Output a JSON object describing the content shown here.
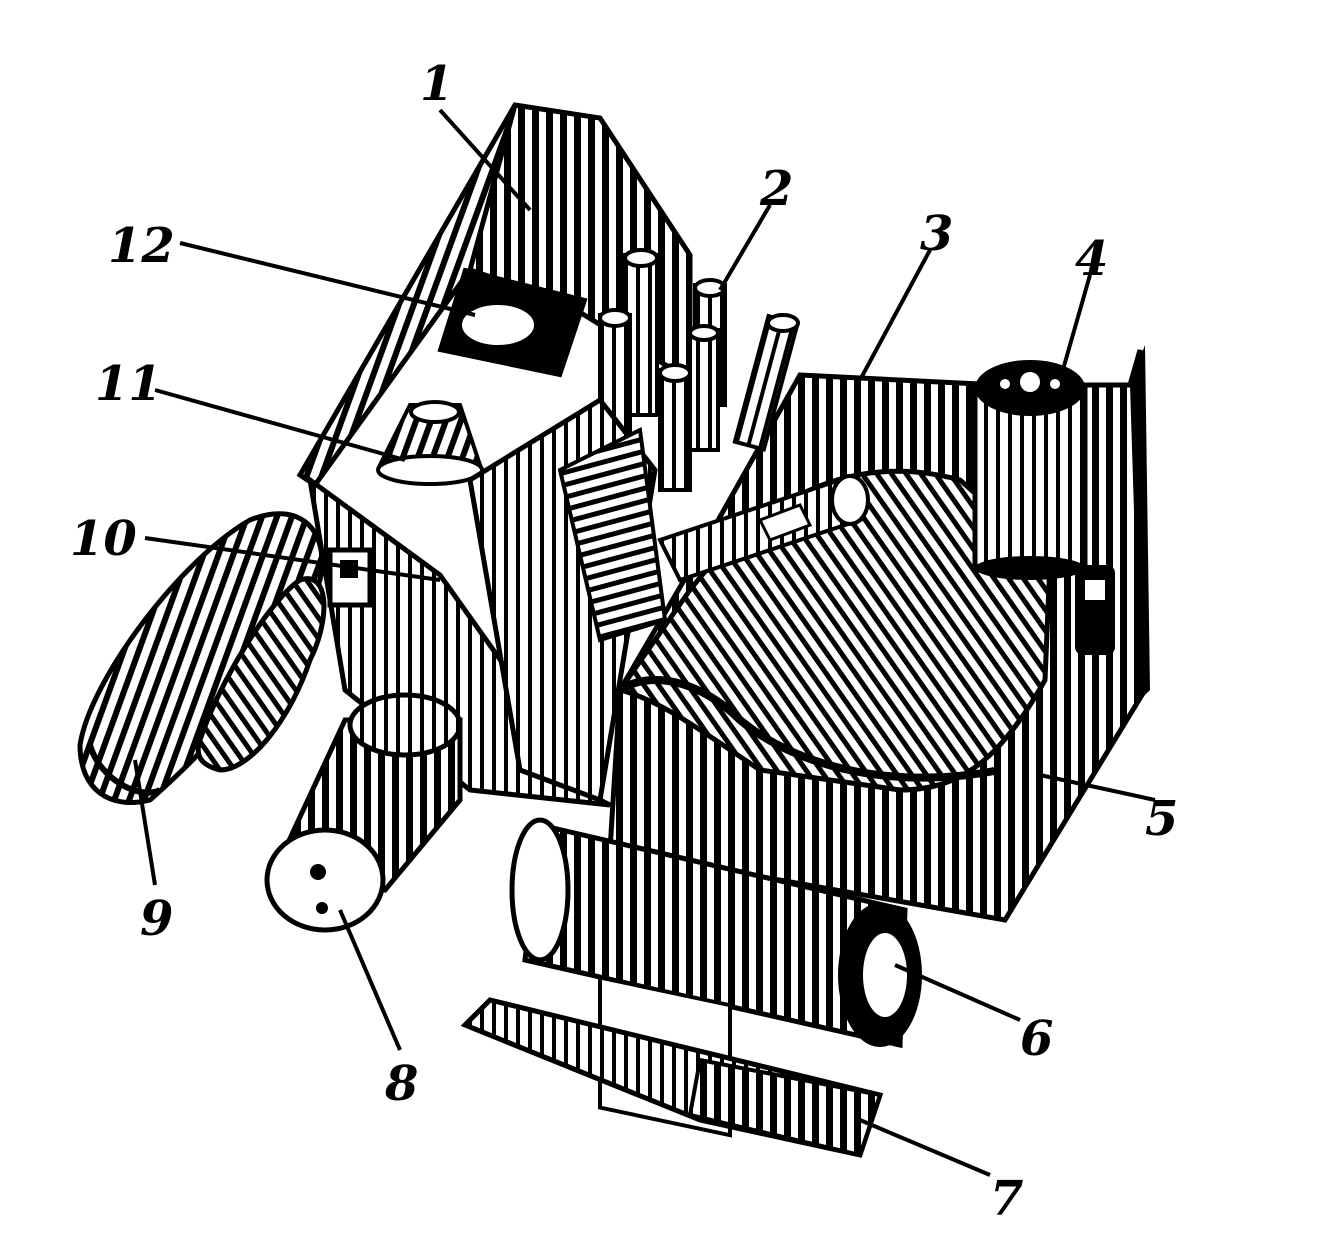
{
  "callouts": [
    {
      "id": "1",
      "text": "1"
    },
    {
      "id": "2",
      "text": "2"
    },
    {
      "id": "3",
      "text": "3"
    },
    {
      "id": "4",
      "text": "4"
    },
    {
      "id": "5",
      "text": "5"
    },
    {
      "id": "6",
      "text": "6"
    },
    {
      "id": "7",
      "text": "7"
    },
    {
      "id": "8",
      "text": "8"
    },
    {
      "id": "9",
      "text": "9"
    },
    {
      "id": "10",
      "text": "10"
    },
    {
      "id": "11",
      "text": "11"
    },
    {
      "id": "12",
      "text": "12"
    }
  ],
  "colors": {
    "ink": "#000000",
    "paper": "#ffffff"
  }
}
